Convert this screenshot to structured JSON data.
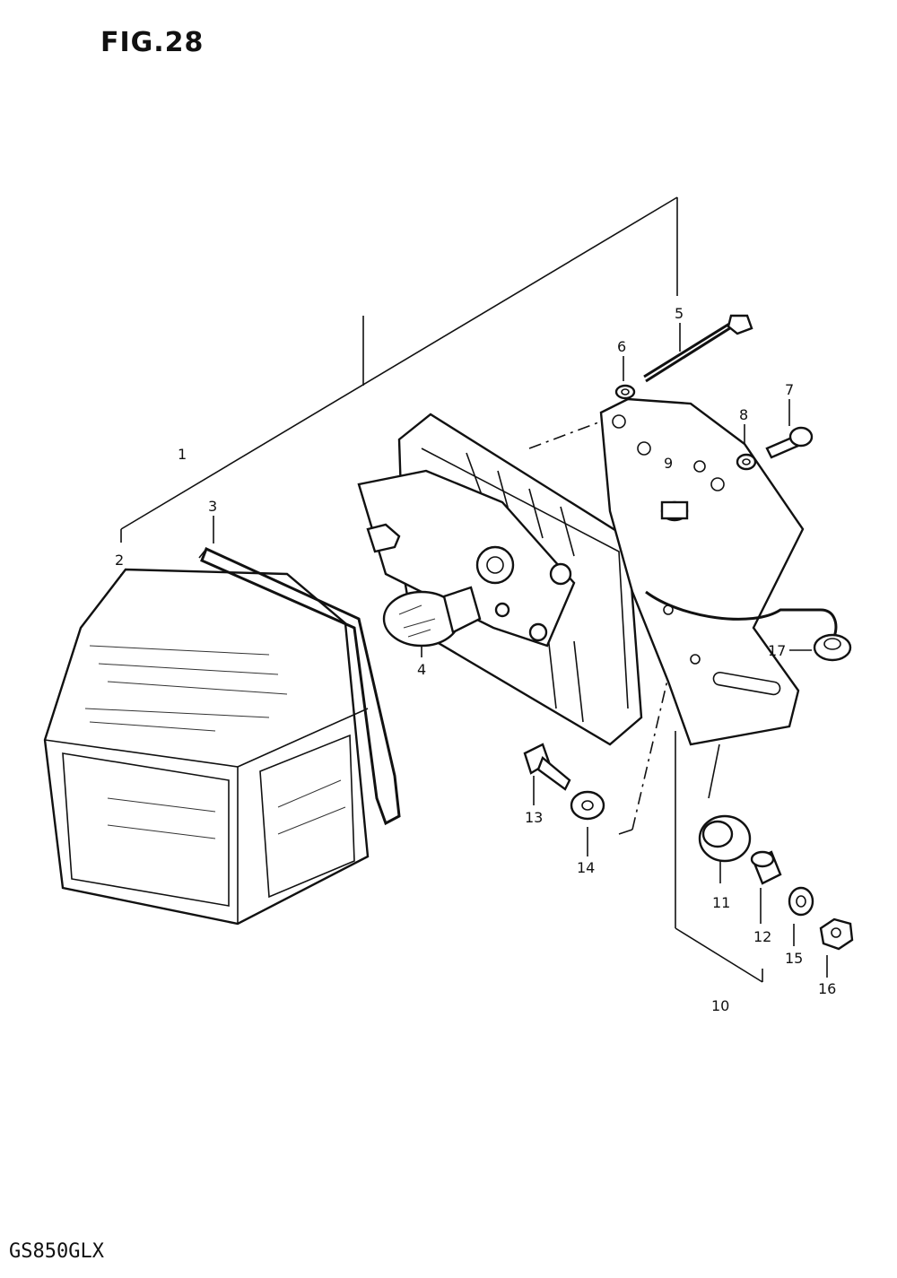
{
  "figure": {
    "title": "FIG.28",
    "model_code": "GS850GLX"
  },
  "callouts": [
    "1",
    "2",
    "3",
    "4",
    "5",
    "6",
    "7",
    "8",
    "9",
    "10",
    "11",
    "12",
    "13",
    "14",
    "15",
    "16",
    "17"
  ],
  "colors": {
    "ink": "#111111",
    "paper": "#ffffff"
  }
}
